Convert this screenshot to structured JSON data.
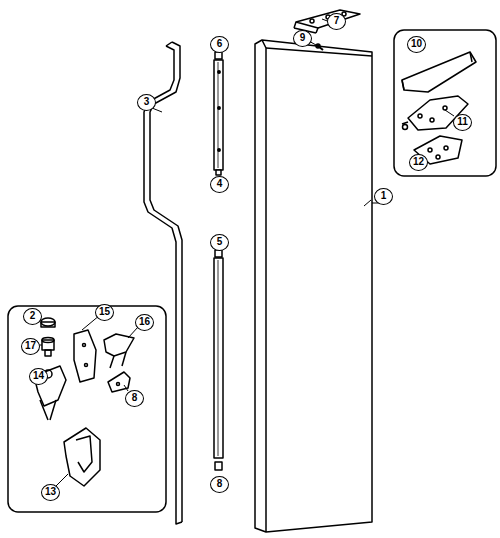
{
  "diagram": {
    "labels": [
      "7",
      "9",
      "6",
      "10",
      "3",
      "11",
      "4",
      "12",
      "1",
      "5",
      "2",
      "15",
      "16",
      "17",
      "8",
      "14",
      "13",
      "8"
    ]
  }
}
